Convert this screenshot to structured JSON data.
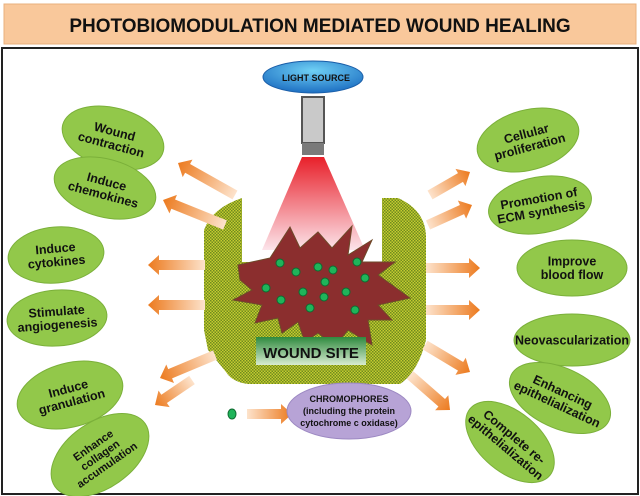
{
  "title": "PHOTOBIOMODULATION MEDIATED WOUND HEALING",
  "light_source": "LIGHT SOURCE",
  "wound_site": "WOUND SITE",
  "chromophores": [
    "CHROMOPHORES",
    "(including the protein",
    "cytochrome c oxidase)"
  ],
  "left_effects": [
    {
      "lines": [
        "Wound",
        "contraction"
      ]
    },
    {
      "lines": [
        "Induce",
        "chemokines"
      ]
    },
    {
      "lines": [
        "Induce",
        "cytokines"
      ]
    },
    {
      "lines": [
        "Stimulate",
        "angiogenesis"
      ]
    },
    {
      "lines": [
        "Induce",
        "granulation"
      ]
    },
    {
      "lines": [
        "Enhance",
        "collagen",
        "accumulation"
      ]
    }
  ],
  "right_effects": [
    {
      "lines": [
        "Cellular",
        "proliferation"
      ]
    },
    {
      "lines": [
        "Promotion of",
        "ECM synthesis"
      ]
    },
    {
      "lines": [
        "Improve",
        "blood flow"
      ]
    },
    {
      "lines": [
        "Neovascularization"
      ]
    },
    {
      "lines": [
        "Enhancing",
        "epithelialization"
      ]
    },
    {
      "lines": [
        "Complete re-",
        "epithelialization"
      ]
    }
  ],
  "colors": {
    "title_bg": "#f9c89b",
    "ellipse": "#92c84a",
    "arrow": "#ef8a2e",
    "wound": "#8b2e2e",
    "dots": "#1fb45a",
    "tissue": "#b7c12a",
    "chromophore": "#b7a3d6",
    "light": "#2a8fd6"
  }
}
